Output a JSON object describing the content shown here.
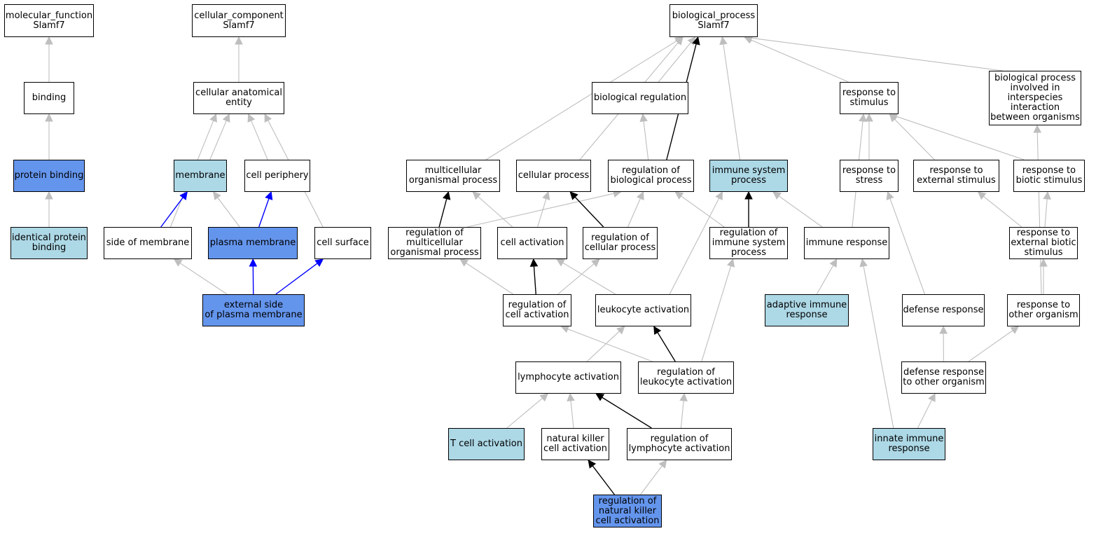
{
  "colors": {
    "gray_edge": "#bebebe",
    "black_edge": "#000000",
    "blue_edge": "#0000ff",
    "light_fill": "#add8e6",
    "blue_fill": "#6495ed",
    "white_fill": "#ffffff"
  },
  "nodes": [
    {
      "id": "mf",
      "lines": [
        "molecular_function",
        "Slamf7"
      ],
      "fill": "white"
    },
    {
      "id": "binding",
      "lines": [
        "binding"
      ],
      "fill": "white"
    },
    {
      "id": "protein_binding",
      "lines": [
        "protein binding"
      ],
      "fill": "blue"
    },
    {
      "id": "identical_protein_binding",
      "lines": [
        "identical protein",
        "binding"
      ],
      "fill": "light"
    },
    {
      "id": "cc",
      "lines": [
        "cellular_component",
        "Slamf7"
      ],
      "fill": "white"
    },
    {
      "id": "cae",
      "lines": [
        "cellular anatomical",
        "entity"
      ],
      "fill": "white"
    },
    {
      "id": "membrane",
      "lines": [
        "membrane"
      ],
      "fill": "light"
    },
    {
      "id": "cell_periphery",
      "lines": [
        "cell periphery"
      ],
      "fill": "white"
    },
    {
      "id": "side_of_membrane",
      "lines": [
        "side of membrane"
      ],
      "fill": "white"
    },
    {
      "id": "plasma_membrane",
      "lines": [
        "plasma membrane"
      ],
      "fill": "blue"
    },
    {
      "id": "cell_surface",
      "lines": [
        "cell surface"
      ],
      "fill": "white"
    },
    {
      "id": "ext_side_pm",
      "lines": [
        "external side",
        "of plasma membrane"
      ],
      "fill": "blue"
    },
    {
      "id": "bp",
      "lines": [
        "biological_process",
        "Slamf7"
      ],
      "fill": "white"
    },
    {
      "id": "bio_reg",
      "lines": [
        "biological regulation"
      ],
      "fill": "white"
    },
    {
      "id": "resp_stim",
      "lines": [
        "response to",
        "stimulus"
      ],
      "fill": "white"
    },
    {
      "id": "bp_interspecies",
      "lines": [
        "biological process",
        "involved in",
        "interspecies",
        "interaction",
        "between organisms"
      ],
      "fill": "white"
    },
    {
      "id": "multi_proc",
      "lines": [
        "multicellular",
        "organismal process"
      ],
      "fill": "white"
    },
    {
      "id": "cell_proc",
      "lines": [
        "cellular process"
      ],
      "fill": "white"
    },
    {
      "id": "reg_bio_proc",
      "lines": [
        "regulation of",
        "biological process"
      ],
      "fill": "white"
    },
    {
      "id": "imm_sys_proc",
      "lines": [
        "immune system",
        "process"
      ],
      "fill": "light"
    },
    {
      "id": "resp_stress",
      "lines": [
        "response to",
        "stress"
      ],
      "fill": "white"
    },
    {
      "id": "resp_ext_stim",
      "lines": [
        "response to",
        "external stimulus"
      ],
      "fill": "white"
    },
    {
      "id": "resp_biotic_stim",
      "lines": [
        "response to",
        "biotic stimulus"
      ],
      "fill": "white"
    },
    {
      "id": "reg_multi_proc",
      "lines": [
        "regulation of",
        "multicellular",
        "organismal process"
      ],
      "fill": "white"
    },
    {
      "id": "cell_act",
      "lines": [
        "cell activation"
      ],
      "fill": "white"
    },
    {
      "id": "reg_cell_proc",
      "lines": [
        "regulation of",
        "cellular process"
      ],
      "fill": "white"
    },
    {
      "id": "reg_imm_sys_proc",
      "lines": [
        "regulation of",
        "immune system",
        "process"
      ],
      "fill": "white"
    },
    {
      "id": "imm_resp",
      "lines": [
        "immune response"
      ],
      "fill": "white"
    },
    {
      "id": "resp_ext_biotic",
      "lines": [
        "response to",
        "external biotic",
        "stimulus"
      ],
      "fill": "white"
    },
    {
      "id": "reg_cell_act",
      "lines": [
        "regulation of",
        "cell activation"
      ],
      "fill": "white"
    },
    {
      "id": "leuk_act",
      "lines": [
        "leukocyte activation"
      ],
      "fill": "white"
    },
    {
      "id": "adaptive_imm",
      "lines": [
        "adaptive immune",
        "response"
      ],
      "fill": "light"
    },
    {
      "id": "defense_resp",
      "lines": [
        "defense response"
      ],
      "fill": "white"
    },
    {
      "id": "resp_other_org",
      "lines": [
        "response to",
        "other organism"
      ],
      "fill": "white"
    },
    {
      "id": "lymph_act",
      "lines": [
        "lymphocyte activation"
      ],
      "fill": "white"
    },
    {
      "id": "reg_leuk_act",
      "lines": [
        "regulation of",
        "leukocyte activation"
      ],
      "fill": "white"
    },
    {
      "id": "defense_other_org",
      "lines": [
        "defense response",
        "to other organism"
      ],
      "fill": "white"
    },
    {
      "id": "tcell_act",
      "lines": [
        "T cell activation"
      ],
      "fill": "light"
    },
    {
      "id": "nk_act",
      "lines": [
        "natural killer",
        "cell activation"
      ],
      "fill": "white"
    },
    {
      "id": "reg_lymph_act",
      "lines": [
        "regulation of",
        "lymphocyte activation"
      ],
      "fill": "white"
    },
    {
      "id": "innate_imm",
      "lines": [
        "innate immune",
        "response"
      ],
      "fill": "light"
    },
    {
      "id": "reg_nk_act",
      "lines": [
        "regulation of",
        "natural killer",
        "cell activation"
      ],
      "fill": "blue"
    }
  ],
  "edges": [
    {
      "from": "binding",
      "to": "mf",
      "color": "gray"
    },
    {
      "from": "protein_binding",
      "to": "binding",
      "color": "gray"
    },
    {
      "from": "identical_protein_binding",
      "to": "protein_binding",
      "color": "gray"
    },
    {
      "from": "cae",
      "to": "cc",
      "color": "gray"
    },
    {
      "from": "membrane",
      "to": "cae",
      "color": "gray"
    },
    {
      "from": "cell_periphery",
      "to": "cae",
      "color": "gray"
    },
    {
      "from": "side_of_membrane",
      "to": "cae",
      "color": "gray"
    },
    {
      "from": "cell_surface",
      "to": "cae",
      "color": "gray"
    },
    {
      "from": "side_of_membrane",
      "to": "membrane",
      "color": "blue"
    },
    {
      "from": "plasma_membrane",
      "to": "membrane",
      "color": "gray"
    },
    {
      "from": "plasma_membrane",
      "to": "cell_periphery",
      "color": "blue"
    },
    {
      "from": "ext_side_pm",
      "to": "side_of_membrane",
      "color": "gray"
    },
    {
      "from": "ext_side_pm",
      "to": "plasma_membrane",
      "color": "blue"
    },
    {
      "from": "ext_side_pm",
      "to": "cell_surface",
      "color": "blue"
    },
    {
      "from": "bio_reg",
      "to": "bp",
      "color": "gray"
    },
    {
      "from": "resp_stim",
      "to": "bp",
      "color": "gray"
    },
    {
      "from": "bp_interspecies",
      "to": "bp",
      "color": "gray"
    },
    {
      "from": "multi_proc",
      "to": "bp",
      "color": "gray"
    },
    {
      "from": "cell_proc",
      "to": "bp",
      "color": "gray"
    },
    {
      "from": "reg_bio_proc",
      "to": "bp",
      "color": "black"
    },
    {
      "from": "imm_sys_proc",
      "to": "bp",
      "color": "gray"
    },
    {
      "from": "reg_bio_proc",
      "to": "bio_reg",
      "color": "gray"
    },
    {
      "from": "resp_stress",
      "to": "resp_stim",
      "color": "gray"
    },
    {
      "from": "resp_ext_stim",
      "to": "resp_stim",
      "color": "gray"
    },
    {
      "from": "resp_biotic_stim",
      "to": "resp_stim",
      "color": "gray"
    },
    {
      "from": "imm_resp",
      "to": "resp_stim",
      "color": "gray"
    },
    {
      "from": "reg_multi_proc",
      "to": "multi_proc",
      "color": "black"
    },
    {
      "from": "reg_multi_proc",
      "to": "reg_bio_proc",
      "color": "gray"
    },
    {
      "from": "cell_act",
      "to": "multi_proc",
      "color": "gray"
    },
    {
      "from": "cell_act",
      "to": "cell_proc",
      "color": "gray"
    },
    {
      "from": "reg_cell_proc",
      "to": "cell_proc",
      "color": "black"
    },
    {
      "from": "reg_cell_proc",
      "to": "reg_bio_proc",
      "color": "gray"
    },
    {
      "from": "reg_imm_sys_proc",
      "to": "reg_bio_proc",
      "color": "gray"
    },
    {
      "from": "reg_imm_sys_proc",
      "to": "imm_sys_proc",
      "color": "black"
    },
    {
      "from": "imm_resp",
      "to": "imm_sys_proc",
      "color": "gray"
    },
    {
      "from": "leuk_act",
      "to": "imm_sys_proc",
      "color": "gray"
    },
    {
      "from": "resp_ext_biotic",
      "to": "resp_ext_stim",
      "color": "gray"
    },
    {
      "from": "resp_ext_biotic",
      "to": "resp_biotic_stim",
      "color": "gray"
    },
    {
      "from": "reg_cell_act",
      "to": "reg_multi_proc",
      "color": "gray"
    },
    {
      "from": "reg_cell_act",
      "to": "cell_act",
      "color": "black"
    },
    {
      "from": "reg_cell_act",
      "to": "reg_cell_proc",
      "color": "gray"
    },
    {
      "from": "leuk_act",
      "to": "cell_act",
      "color": "gray"
    },
    {
      "from": "adaptive_imm",
      "to": "imm_resp",
      "color": "gray"
    },
    {
      "from": "defense_resp",
      "to": "resp_stress",
      "color": "gray"
    },
    {
      "from": "resp_other_org",
      "to": "resp_ext_biotic",
      "color": "gray"
    },
    {
      "from": "resp_other_org",
      "to": "bp_interspecies",
      "color": "gray"
    },
    {
      "from": "lymph_act",
      "to": "leuk_act",
      "color": "gray"
    },
    {
      "from": "reg_leuk_act",
      "to": "leuk_act",
      "color": "black"
    },
    {
      "from": "reg_leuk_act",
      "to": "reg_cell_act",
      "color": "gray"
    },
    {
      "from": "reg_leuk_act",
      "to": "reg_imm_sys_proc",
      "color": "gray"
    },
    {
      "from": "defense_other_org",
      "to": "defense_resp",
      "color": "gray"
    },
    {
      "from": "defense_other_org",
      "to": "resp_other_org",
      "color": "gray"
    },
    {
      "from": "tcell_act",
      "to": "lymph_act",
      "color": "gray"
    },
    {
      "from": "nk_act",
      "to": "lymph_act",
      "color": "gray"
    },
    {
      "from": "reg_lymph_act",
      "to": "lymph_act",
      "color": "black"
    },
    {
      "from": "reg_lymph_act",
      "to": "reg_leuk_act",
      "color": "gray"
    },
    {
      "from": "innate_imm",
      "to": "defense_other_org",
      "color": "gray"
    },
    {
      "from": "innate_imm",
      "to": "imm_resp",
      "color": "gray"
    },
    {
      "from": "reg_nk_act",
      "to": "nk_act",
      "color": "black"
    },
    {
      "from": "reg_nk_act",
      "to": "reg_lymph_act",
      "color": "gray"
    }
  ]
}
